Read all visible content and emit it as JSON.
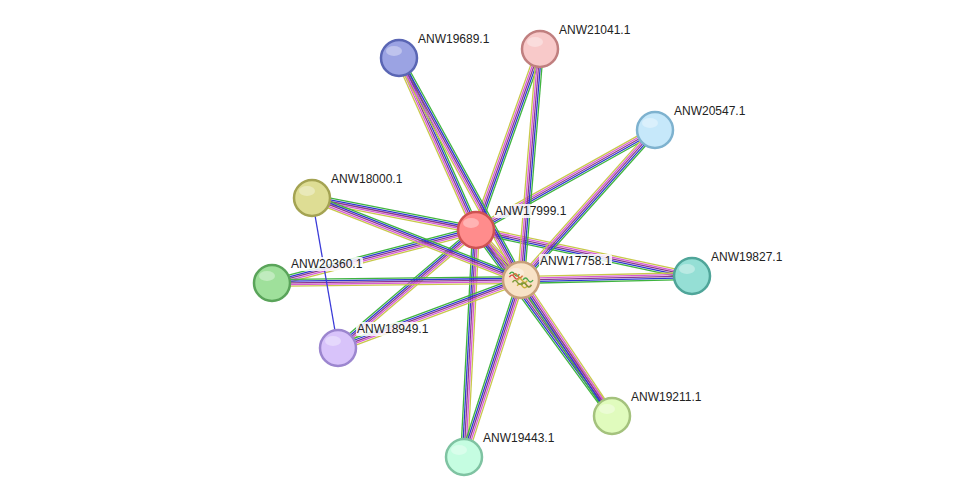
{
  "diagram": {
    "nodes": [
      {
        "text": [
          "ANW21041.1"
        ]
      },
      {
        "text": [
          "ANW19689.1"
        ]
      },
      {
        "text": [
          "ANW20547.1"
        ]
      },
      {
        "text": [
          "ANW18000.1"
        ]
      },
      {
        "text": [
          "ANW17999.1"
        ]
      },
      {
        "text": [
          "ANW17758.1"
        ]
      },
      {
        "text": [
          "ANW19827.1"
        ]
      },
      {
        "text": [
          "ANW20360.1"
        ]
      },
      {
        "text": [
          "ANW18949.1"
        ]
      },
      {
        "text": [
          "ANW19211.1"
        ]
      },
      {
        "text": [
          "ANW19443.1"
        ]
      }
    ],
    "edges": [
      {
        "from": 4,
        "to": 5,
        "arrow": "none"
      },
      {
        "from": 4,
        "to": 0,
        "arrow": "none"
      },
      {
        "from": 4,
        "to": 1,
        "arrow": "none"
      },
      {
        "from": 4,
        "to": 2,
        "arrow": "none"
      },
      {
        "from": 4,
        "to": 3,
        "arrow": "none"
      },
      {
        "from": 4,
        "to": 6,
        "arrow": "none"
      },
      {
        "from": 4,
        "to": 7,
        "arrow": "none"
      },
      {
        "from": 4,
        "to": 8,
        "arrow": "none"
      },
      {
        "from": 4,
        "to": 9,
        "arrow": "none"
      },
      {
        "from": 4,
        "to": 10,
        "arrow": "none"
      },
      {
        "from": 5,
        "to": 0,
        "arrow": "none"
      },
      {
        "from": 5,
        "to": 1,
        "arrow": "none"
      },
      {
        "from": 5,
        "to": 2,
        "arrow": "none"
      },
      {
        "from": 5,
        "to": 3,
        "arrow": "none"
      },
      {
        "from": 5,
        "to": 6,
        "arrow": "none"
      },
      {
        "from": 5,
        "to": 7,
        "arrow": "none"
      },
      {
        "from": 5,
        "to": 8,
        "arrow": "none"
      },
      {
        "from": 5,
        "to": 9,
        "arrow": "none"
      },
      {
        "from": 5,
        "to": 10,
        "arrow": "none"
      },
      {
        "from": 3,
        "to": 8,
        "arrow": "none"
      }
    ]
  }
}
